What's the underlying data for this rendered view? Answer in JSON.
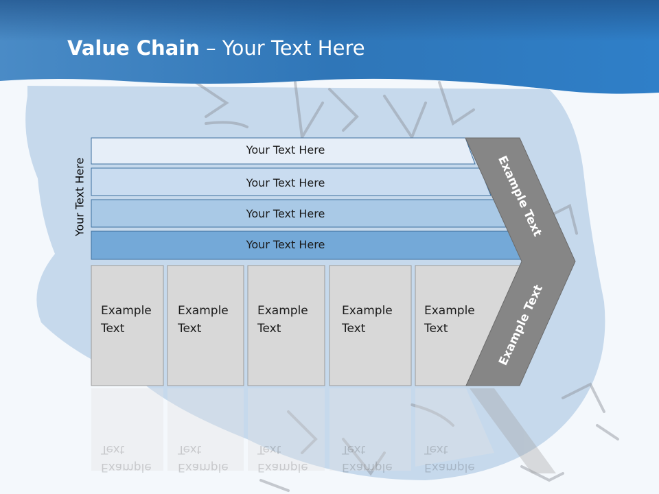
{
  "slide": {
    "title_bold": "Value Chain",
    "title_rest": " – Your Text Here",
    "side_label": "Your Text Here"
  },
  "bars": [
    {
      "label": "Your Text Here",
      "color": "#e6eef8"
    },
    {
      "label": "Your Text Here",
      "color": "#c9dcf0"
    },
    {
      "label": "Your Text Here",
      "color": "#a9c9e6"
    },
    {
      "label": "Your Text Here",
      "color": "#74a9d8"
    }
  ],
  "columns": [
    {
      "line1": "Example",
      "line2": "Text"
    },
    {
      "line1": "Example",
      "line2": "Text"
    },
    {
      "line1": "Example",
      "line2": "Text"
    },
    {
      "line1": "Example",
      "line2": "Text"
    },
    {
      "line1": "Example",
      "line2": "Text"
    }
  ],
  "arrow": {
    "top_label": "Example Text",
    "bottom_label": "Example Text",
    "color": "#868686"
  },
  "colors": {
    "header": "#2f7fc1",
    "box_fill": "#d8d8d8",
    "box_stroke": "#9a9a9a"
  }
}
